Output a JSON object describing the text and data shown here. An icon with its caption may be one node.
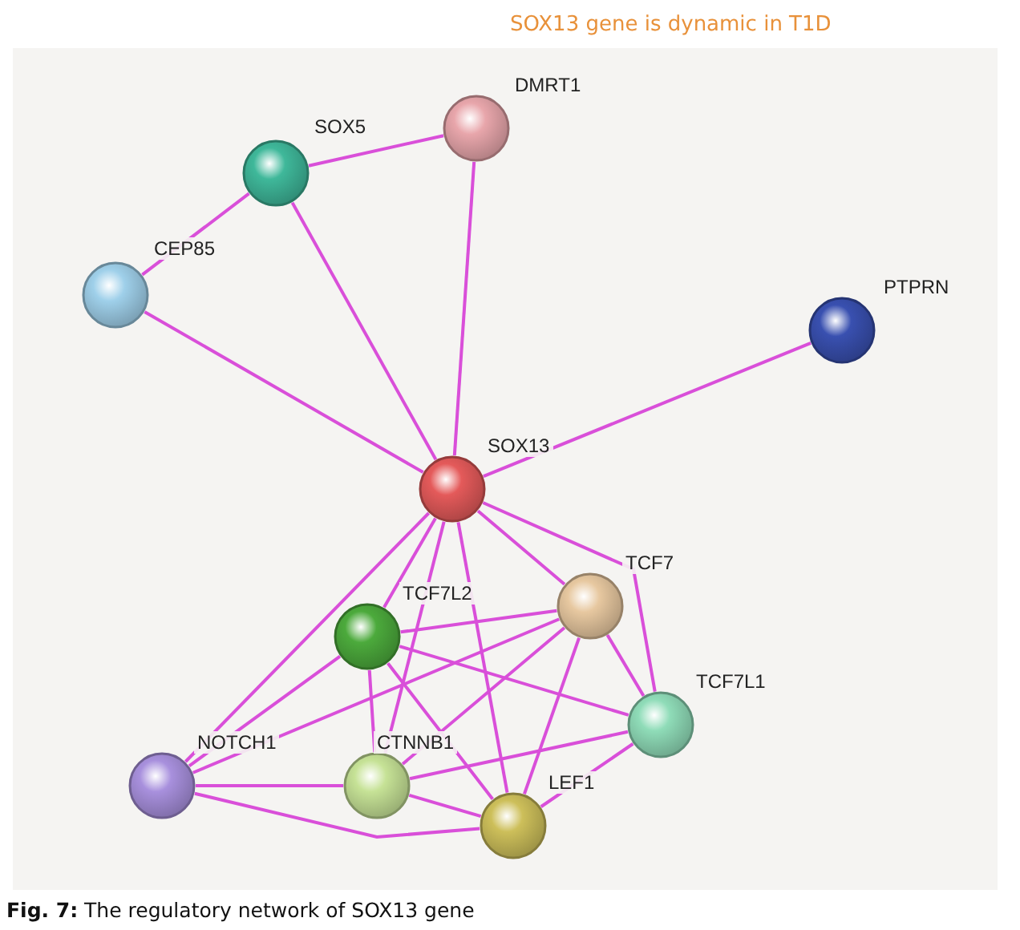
{
  "diagram": {
    "title": "SOX13 gene is dynamic in T1D",
    "caption": "**Fig. 7:** The regulatory network of SOX13 gene",
    "nodes": [
      {
        "text": [],
        "shape": "circle",
        "beside": [
          "SOX13"
        ]
      },
      {
        "text": [],
        "shape": "circle",
        "beside": [
          "SOX5"
        ]
      },
      {
        "text": [],
        "shape": "circle",
        "beside": [
          "DMRT1"
        ]
      },
      {
        "text": [],
        "shape": "circle",
        "beside": [
          "CEP85"
        ]
      },
      {
        "text": [],
        "shape": "circle",
        "beside": [
          "PTPRN"
        ]
      },
      {
        "text": [],
        "shape": "circle",
        "beside": [
          "TCF7"
        ]
      },
      {
        "text": [],
        "shape": "circle",
        "beside": [
          "TCF7L2"
        ]
      },
      {
        "text": [],
        "shape": "circle",
        "beside": [
          "TCF7L1"
        ]
      },
      {
        "text": [],
        "shape": "circle",
        "beside": [
          "NOTCH1"
        ]
      },
      {
        "text": [],
        "shape": "circle",
        "beside": [
          "CTNNB1"
        ]
      },
      {
        "text": [],
        "shape": "circle",
        "beside": [
          "LEF1"
        ]
      }
    ],
    "edges": [
      {
        "from": 1,
        "to": 2,
        "arrow": "none"
      },
      {
        "from": 1,
        "to": 3,
        "arrow": "none"
      },
      {
        "from": 1,
        "to": 0,
        "arrow": "none"
      },
      {
        "from": 2,
        "to": 0,
        "arrow": "none"
      },
      {
        "from": 3,
        "to": 0,
        "arrow": "none"
      },
      {
        "from": 4,
        "to": 0,
        "arrow": "none"
      },
      {
        "from": 0,
        "to": 5,
        "arrow": "none"
      },
      {
        "from": 0,
        "to": 6,
        "arrow": "none"
      },
      {
        "from": 0,
        "to": 7,
        "arrow": "none"
      },
      {
        "from": 0,
        "to": 8,
        "arrow": "none"
      },
      {
        "from": 0,
        "to": 9,
        "arrow": "none"
      },
      {
        "from": 0,
        "to": 10,
        "arrow": "none"
      },
      {
        "from": 6,
        "to": 5,
        "arrow": "none"
      },
      {
        "from": 6,
        "to": 7,
        "arrow": "none"
      },
      {
        "from": 6,
        "to": 9,
        "arrow": "none"
      },
      {
        "from": 6,
        "to": 10,
        "arrow": "none"
      },
      {
        "from": 6,
        "to": 8,
        "arrow": "none"
      },
      {
        "from": 5,
        "to": 7,
        "arrow": "none"
      },
      {
        "from": 5,
        "to": 9,
        "arrow": "none"
      },
      {
        "from": 5,
        "to": 10,
        "arrow": "none"
      },
      {
        "from": 5,
        "to": 8,
        "arrow": "none"
      },
      {
        "from": 7,
        "to": 9,
        "arrow": "none"
      },
      {
        "from": 7,
        "to": 10,
        "arrow": "none"
      },
      {
        "from": 9,
        "to": 10,
        "arrow": "none"
      },
      {
        "from": 8,
        "to": 9,
        "arrow": "none"
      },
      {
        "from": 8,
        "to": 10,
        "arrow": "none"
      }
    ]
  }
}
